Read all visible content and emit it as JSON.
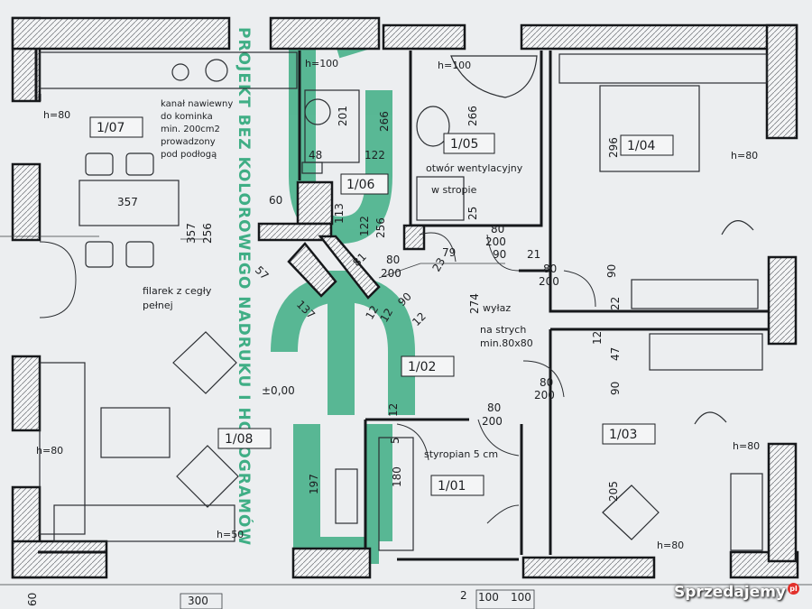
{
  "rooms": {
    "r107": "1/07",
    "r108": "1/08",
    "r106": "1/06",
    "r105": "1/05",
    "r104": "1/04",
    "r103": "1/03",
    "r102": "1/02",
    "r101": "1/01"
  },
  "notes": {
    "kanal_1": "kanał nawiewny",
    "kanal_2": "do kominka",
    "kanal_3": "min. 200cm2",
    "kanal_4": "prowadzony",
    "kanal_5": "pod podłogą",
    "filarek_1": "filarek z cegły",
    "filarek_2": "pełnej",
    "otwor_1": "otwór wentylacyjny",
    "otwor_2": "w stropie",
    "wylaz_1": "wyłaz",
    "wylaz_2": "na strych",
    "wylaz_3": "min.80x80",
    "styropian": "styropian 5  cm",
    "level": "±0,00"
  },
  "heights": {
    "h80_left": "h=80",
    "h100_kitchen": "h=100",
    "h100_bath": "h=100",
    "h80_r104": "h=80",
    "h80_lower_left": "h=80",
    "h80_r103": "h=80",
    "h80_bottom": "h=80",
    "h50": "h=50"
  },
  "dims": {
    "d357_table": "357",
    "d357_v": "357",
    "d256_v": "256",
    "d201": "201",
    "d266_a": "266",
    "d122_a": "122",
    "d48": "48",
    "d266_b": "266",
    "d296": "296",
    "d60": "60",
    "d113": "113",
    "d122_b": "122",
    "d256_b": "256",
    "d25": "25",
    "d80_200_a_top": "80",
    "d80_200_a_bot": "200",
    "d90_a": "90",
    "d21": "21",
    "d80_200_b_top": "80",
    "d80_200_b_bot": "200",
    "d90_b": "90",
    "d79": "79",
    "d23": "23",
    "d80_200_c_top": "80",
    "d80_200_c_bot": "200",
    "d81": "81",
    "d57": "57",
    "d12_a": "12",
    "d90_c": "90",
    "d12_b": "12",
    "d12_c": "12",
    "d137": "137",
    "d274": "274",
    "d22": "22",
    "d12_d": "12",
    "d47": "47",
    "d90_d": "90",
    "d80_200_d_top": "80",
    "d80_200_d_bot": "200",
    "d80_200_e_top": "80",
    "d80_200_e_bot": "200",
    "d12_e": "12",
    "d5": "5",
    "d205": "205",
    "d197": "197",
    "d180": "180",
    "d60_bottom": "60",
    "d300": "300",
    "d2": "2",
    "d100_a": "100",
    "d100_b": "100"
  },
  "watermark": {
    "vertical_text": "PROJEKT BEZ KOLOROWEGO NADRUKU I HOLOGRAMÓW"
  },
  "brand": {
    "name": "Sprzedajemy",
    "suffix": "pl"
  },
  "colors": {
    "paper": "#eceef0",
    "wall": "#16181b",
    "watermark": "#3fae85"
  }
}
